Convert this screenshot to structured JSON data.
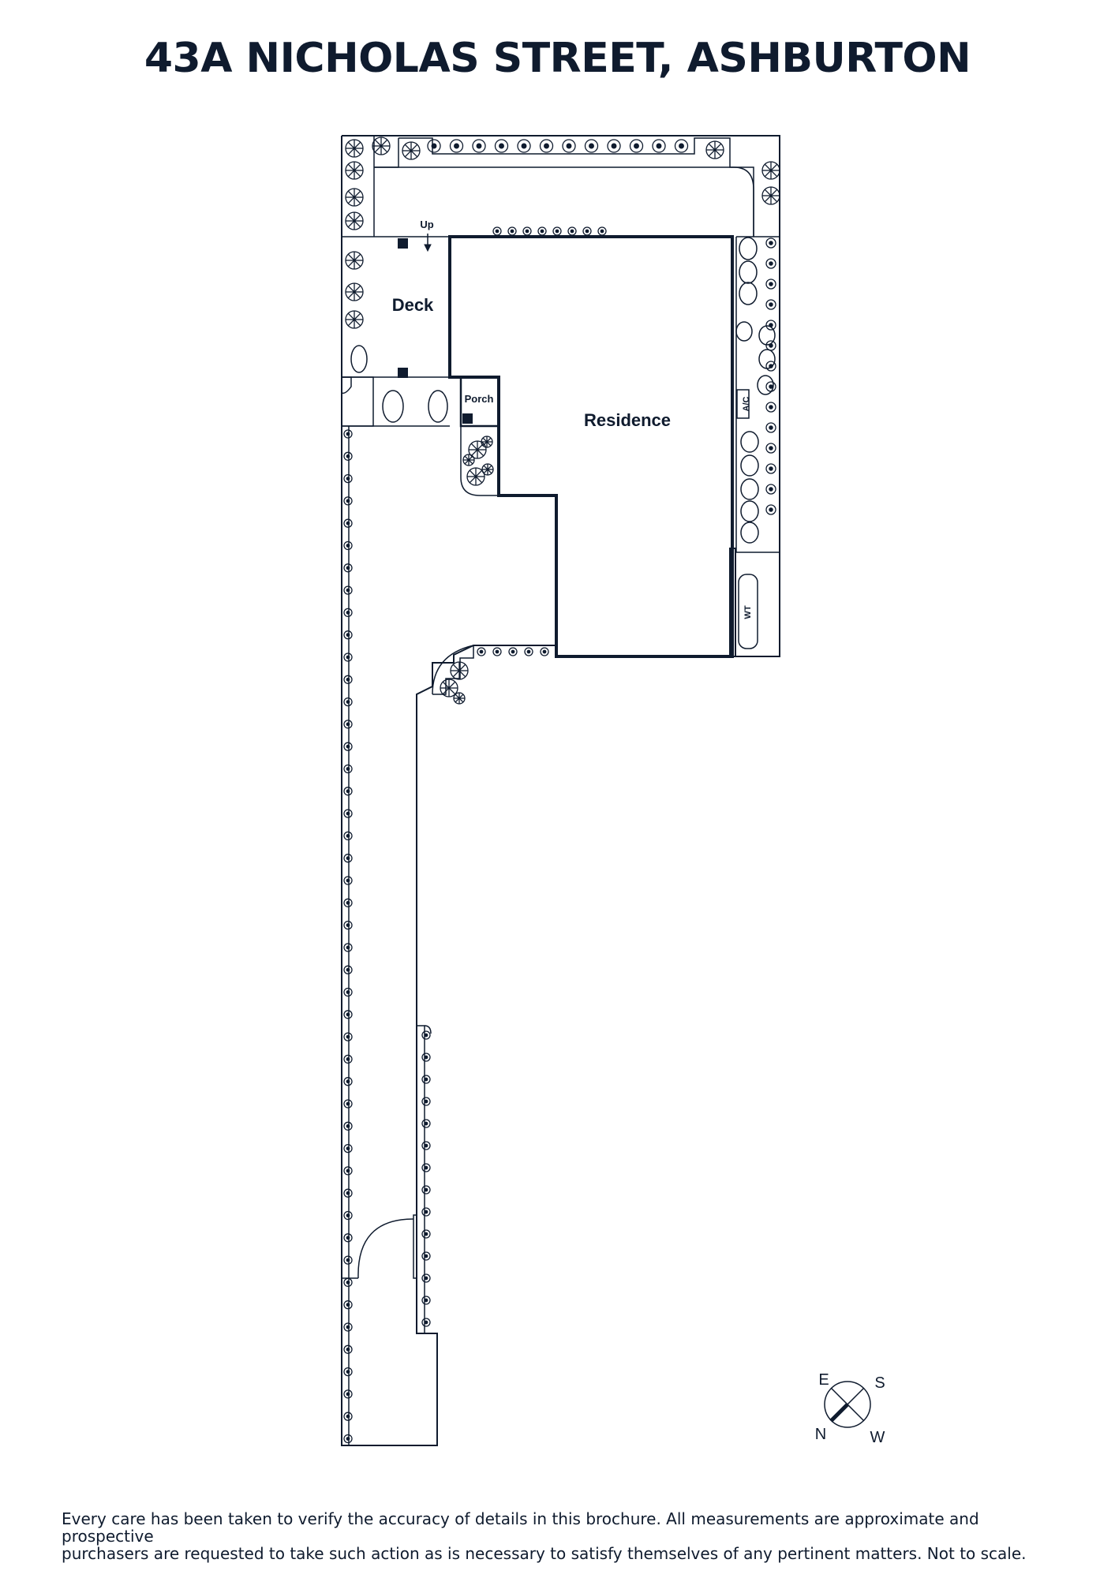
{
  "title": "43A NICHOLAS STREET, ASHBURTON",
  "rooms": {
    "deck": "Deck",
    "residence": "Residence",
    "porch": "Porch"
  },
  "labels": {
    "up": "Up",
    "ac": "A/C",
    "wt": "WT"
  },
  "compass": {
    "e": "E",
    "s": "S",
    "n": "N",
    "w": "W"
  },
  "disclaimer": {
    "line1": "Every care has been taken to verify the accuracy of details in this brochure. All measurements are approximate and prospective",
    "line2": "purchasers are requested to take such action as is necessary to satisfy themselves of any pertinent matters. Not to scale."
  },
  "colors": {
    "ink": "#0f1b2e"
  }
}
